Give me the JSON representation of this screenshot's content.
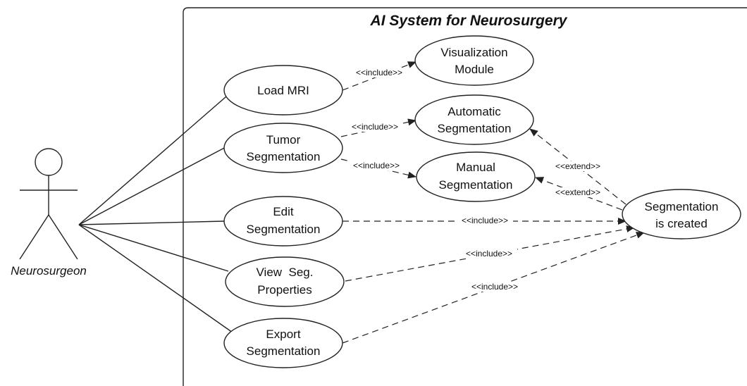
{
  "system": {
    "title": "AI System for Neurosurgery"
  },
  "actor": {
    "label": "Neurosurgeon"
  },
  "use_cases": {
    "load_mri": [
      "Load MRI"
    ],
    "tumor_segmentation": [
      "Tumor",
      "Segmentation"
    ],
    "edit_segmentation": [
      "Edit",
      "Segmentation"
    ],
    "view_seg_properties": [
      "View  Seg.",
      "Properties"
    ],
    "export_segmentation": [
      "Export",
      "Segmentation"
    ],
    "visualization_module": [
      "Visualization",
      "Module"
    ],
    "automatic_segmentation": [
      "Automatic",
      "Segmentation"
    ],
    "manual_segmentation": [
      "Manual",
      "Segmentation"
    ],
    "segmentation_created": [
      "Segmentation",
      "is created"
    ]
  },
  "relations": [
    {
      "from": "load_mri",
      "to": "visualization_module",
      "label": "<<include>>"
    },
    {
      "from": "tumor_segmentation",
      "to": "automatic_segmentation",
      "label": "<<include>>"
    },
    {
      "from": "tumor_segmentation",
      "to": "manual_segmentation",
      "label": "<<include>>"
    },
    {
      "from": "segmentation_created",
      "to": "automatic_segmentation",
      "label": "<<extend>>"
    },
    {
      "from": "segmentation_created",
      "to": "manual_segmentation",
      "label": "<<extend>>"
    },
    {
      "from": "edit_segmentation",
      "to": "segmentation_created",
      "label": "<<include>>"
    },
    {
      "from": "view_seg_properties",
      "to": "segmentation_created",
      "label": "<<include>>"
    },
    {
      "from": "export_segmentation",
      "to": "segmentation_created",
      "label": "<<include>>"
    }
  ]
}
